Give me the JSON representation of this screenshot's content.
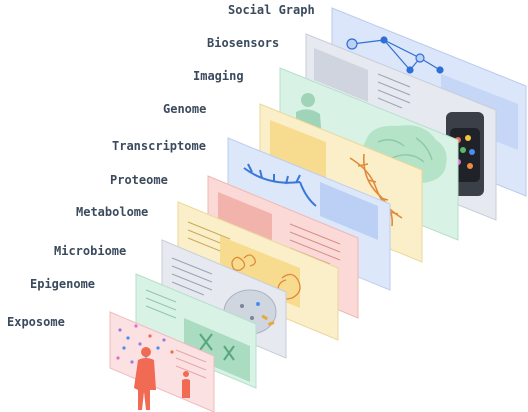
{
  "layers": [
    {
      "label": "Social Graph",
      "color": "#dbe6fb",
      "edge": "#b9cbee"
    },
    {
      "label": "Biosensors",
      "color": "#e6e9f0",
      "edge": "#c8cdd8"
    },
    {
      "label": "Imaging",
      "color": "#d9f2e6",
      "edge": "#b5e0c9"
    },
    {
      "label": "Genome",
      "color": "#fbefc9",
      "edge": "#ecd79a"
    },
    {
      "label": "Transcriptome",
      "color": "#dde7fa",
      "edge": "#bccdef"
    },
    {
      "label": "Proteome",
      "color": "#fad9d6",
      "edge": "#efb8b3"
    },
    {
      "label": "Metabolome",
      "color": "#fbefc9",
      "edge": "#ecd79a"
    },
    {
      "label": "Microbiome",
      "color": "#e6e9f0",
      "edge": "#c8cdd8"
    },
    {
      "label": "Epigenome",
      "color": "#d9f2e6",
      "edge": "#b5e0c9"
    },
    {
      "label": "Exposome",
      "color": "#fbe1e1",
      "edge": "#efbcbc"
    }
  ],
  "icons": {
    "watch": "smartwatch-icon",
    "brain": "brain-icon",
    "dna": "dna-helix-icon",
    "person": "human-figure-icon",
    "network": "social-network-icon"
  },
  "accent": "#f06a54"
}
